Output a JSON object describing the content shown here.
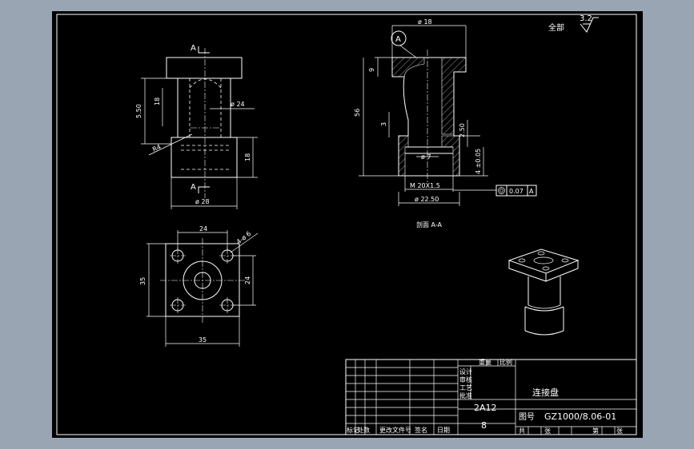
{
  "roughness": {
    "value": "3.2",
    "label": "全部"
  },
  "front_view": {
    "section_mark": "A",
    "dims": {
      "total_height": "5.50",
      "upper": "18",
      "bore": "ø 24",
      "chamfer": "R4",
      "lower": "18",
      "base_dia": "ø 28"
    }
  },
  "section_view": {
    "callout": "A",
    "dims": {
      "top_dia": "ø 18",
      "flange": "9",
      "height": "56",
      "step": "3",
      "wall": "2.50",
      "inner": "ø 7",
      "depth": "4 ±0.05",
      "thread": "M 20X1.5",
      "outer": "ø 22.50"
    },
    "tolerance": {
      "value": "0.07",
      "datum": "A"
    },
    "caption": "剖面 A-A"
  },
  "top_view": {
    "dims": {
      "spacing_h": "24",
      "holes": "4-ø 6",
      "width": "35",
      "spacing_v": "24",
      "depth": "35"
    }
  },
  "title_block": {
    "part_name": "连接盘",
    "material": "2A12",
    "scale": "8",
    "drawing_no_label": "图号",
    "drawing_no": "GZ1000/8.06-01",
    "col_labels": [
      "标记",
      "处数",
      "更改文件号",
      "签名",
      "日期"
    ],
    "side_labels": [
      "设计",
      "审核",
      "工艺",
      "批准"
    ],
    "header_labels": [
      "重量",
      "比例"
    ],
    "bottom_labels": [
      "共",
      "张",
      "第",
      "张"
    ]
  },
  "colors": {
    "background": "#9aa5b4",
    "sheet": "#000000",
    "ink": "#ffffff"
  }
}
